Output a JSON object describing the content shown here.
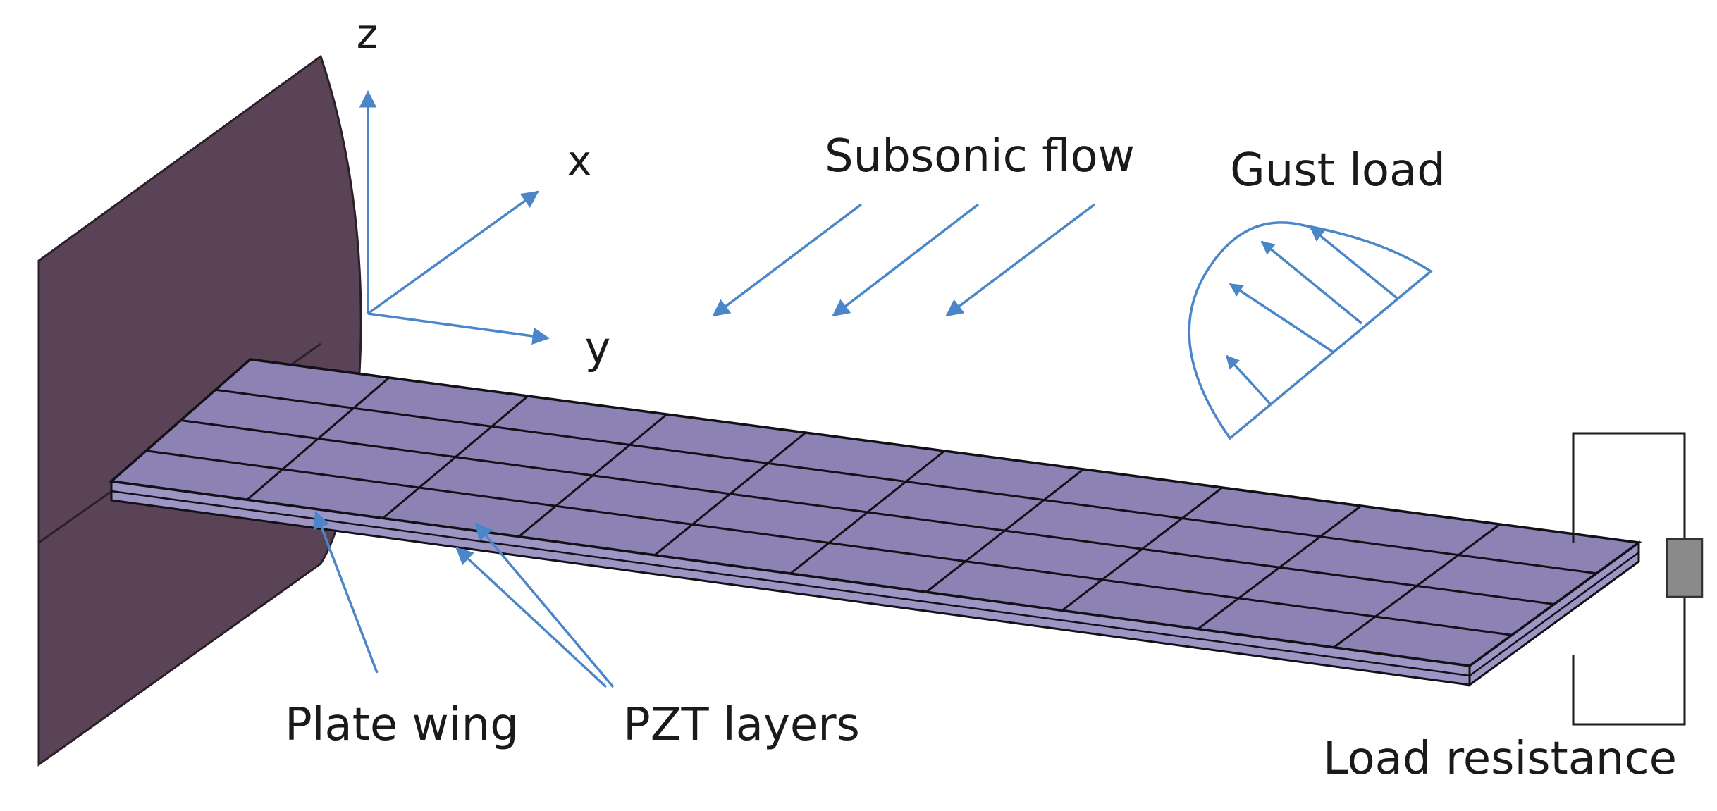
{
  "labels": {
    "axis_z": "z",
    "axis_x": "x",
    "axis_y": "y",
    "flow": "Subsonic flow",
    "gust": "Gust load",
    "plate_wing": "Plate wing",
    "pzt_layers": "PZT layers",
    "load_resistance": "Load resistance"
  },
  "colors": {
    "wall": "#5a4357",
    "wall_edge": "#2b1f2a",
    "panel": "#8c82b3",
    "panel_side": "#9d95c4",
    "grid_line": "#141018",
    "arrow": "#4a86c8",
    "circuit": "#1a1a1a",
    "resistor": "#8a8a8a"
  },
  "icons": {
    "axes": "coordinate-axes-icon",
    "flow": "flow-arrows-icon",
    "gust": "gust-profile-icon",
    "resistor": "resistor-icon"
  }
}
